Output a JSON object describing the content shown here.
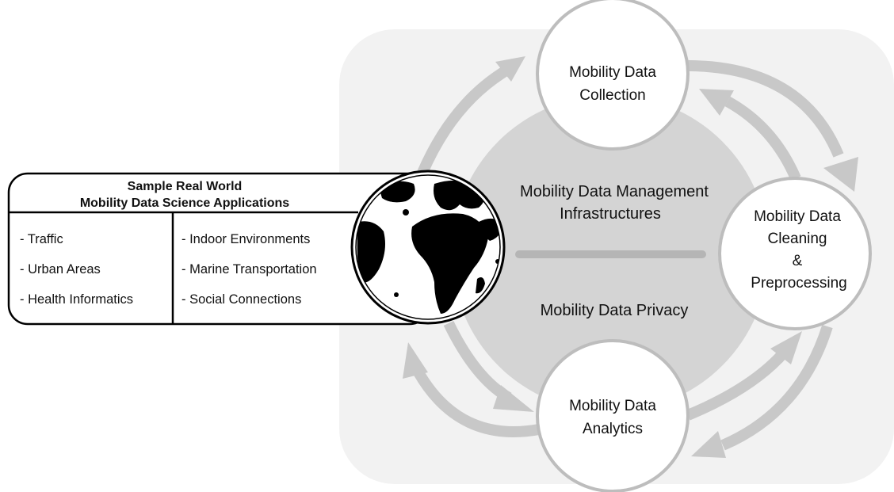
{
  "background": {
    "color": "#f2f2f2"
  },
  "core": {
    "color": "#d4d4d4",
    "line1": "Mobility Data Management",
    "line2": "Infrastructures",
    "bottom": "Mobility Data Privacy"
  },
  "nodes": {
    "collection": {
      "line1": "Mobility Data",
      "line2": "Collection"
    },
    "cleaning": {
      "line1": "Mobility Data",
      "line2": "Cleaning",
      "line3": "&",
      "line4": "Preprocessing"
    },
    "analytics": {
      "line1": "Mobility Data",
      "line2": "Analytics"
    }
  },
  "panel": {
    "title_line1": "Sample Real World",
    "title_line2": "Mobility Data Science Applications",
    "left_items": [
      "- Traffic",
      "- Urban Areas",
      "- Health Informatics"
    ],
    "right_items": [
      "- Indoor Environments",
      "- Marine Transportation",
      "- Social Connections"
    ]
  },
  "colors": {
    "arrow": "#c8c8c8",
    "node_border": "#bdbdbd",
    "divider": "#b5b5b5"
  },
  "icons": {
    "globe": "globe-icon"
  }
}
